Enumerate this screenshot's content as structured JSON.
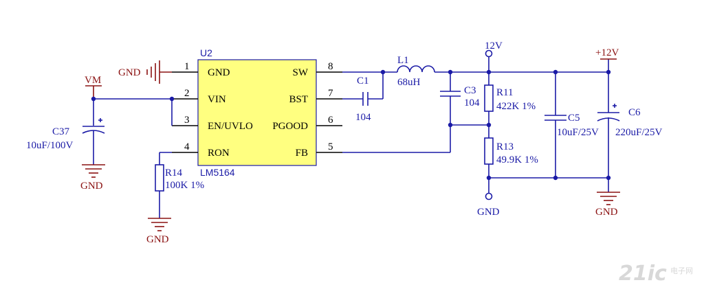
{
  "ic": {
    "ref": "U2",
    "part": "LM5164",
    "left_pins": [
      {
        "num": "1",
        "name": "GND"
      },
      {
        "num": "2",
        "name": "VIN"
      },
      {
        "num": "3",
        "name": "EN/UVLO"
      },
      {
        "num": "4",
        "name": "RON"
      }
    ],
    "right_pins": [
      {
        "num": "8",
        "name": "SW"
      },
      {
        "num": "7",
        "name": "BST"
      },
      {
        "num": "6",
        "name": "PGOOD"
      },
      {
        "num": "5",
        "name": "FB"
      }
    ]
  },
  "labels": {
    "gnd_net_top": "GND",
    "vm": "VM",
    "c37_ref": "C37",
    "c37_val": "10uF/100V",
    "gnd_c37": "GND",
    "r14_ref": "R14",
    "r14_val": "100K 1%",
    "gnd_r14": "GND",
    "c1_ref": "C1",
    "c1_val": "104",
    "l1_ref": "L1",
    "l1_val": "68uH",
    "c3_ref": "C3",
    "c3_val": "104",
    "r11_ref": "R11",
    "r11_val": "422K 1%",
    "r13_ref": "R13",
    "r13_val": "49.9K 1%",
    "v12_net": "12V",
    "gnd_net_bottom": "GND",
    "c5_ref": "C5",
    "c5_val": "10uF/25V",
    "c6_ref": "C6",
    "c6_val": "220uF/25V",
    "v12_power": "+12V",
    "gnd_c6": "GND",
    "watermark": "21ic",
    "watermark_cn": "电子网"
  },
  "colors": {
    "wire": "#1a1aa6",
    "power": "#8a1010",
    "ic_fill": "#ffff80"
  }
}
